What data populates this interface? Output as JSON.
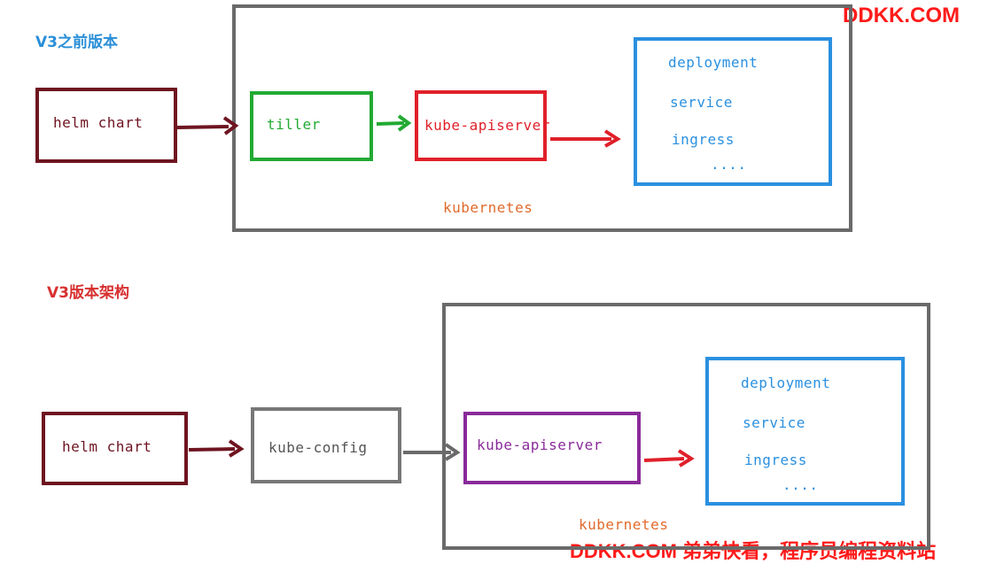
{
  "watermark_top": "DDKK.COM",
  "watermark_bottom": "DDKK.COM 弟弟快看，程序员编程资料站",
  "v2": {
    "title": "V3之前版本",
    "helm_chart": "helm chart",
    "tiller": "tiller",
    "kube_apiserver": "kube-apiserver",
    "resources": [
      "deployment",
      "service",
      "ingress",
      "...."
    ],
    "cluster_label": "kubernetes"
  },
  "v3": {
    "title": "V3版本架构",
    "helm_chart": "helm chart",
    "kube_config": "kube-config",
    "kube_apiserver": "kube-apiserver",
    "resources": [
      "deployment",
      "service",
      "ingress",
      "...."
    ],
    "cluster_label": "kubernetes"
  },
  "colors": {
    "dark_red": "#6e1420",
    "green": "#22aa33",
    "red": "#e0202a",
    "blue": "#2a90e0",
    "gray": "#6a6a6a",
    "purple": "#8a2a9a",
    "orange": "#e06a2a",
    "title_blue": "#2a8fd8",
    "title_red": "#d83030"
  }
}
